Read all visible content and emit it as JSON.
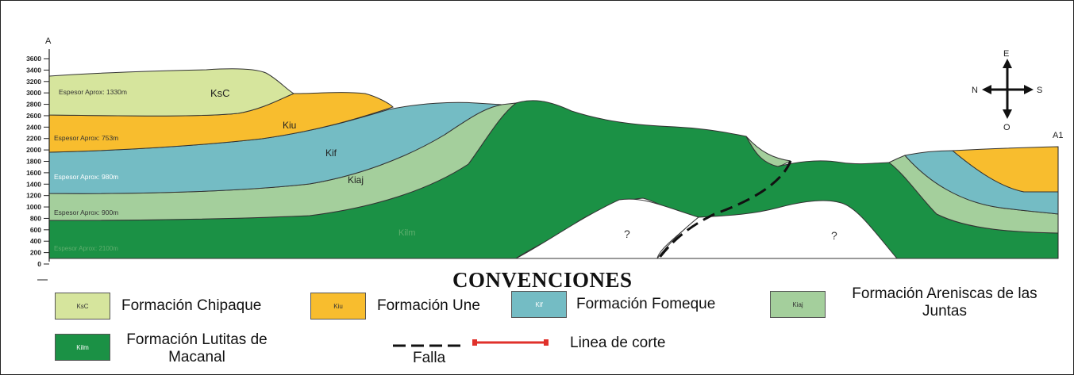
{
  "section": {
    "start_label": "A",
    "end_label": "A1",
    "y_axis_ticks": [
      "3600",
      "3400",
      "3200",
      "3000",
      "2800",
      "2600",
      "2400",
      "2200",
      "2000",
      "1800",
      "1600",
      "1400",
      "1200",
      "1000",
      "800",
      "600",
      "400",
      "200",
      "0"
    ],
    "unknown_marks": [
      "?",
      "?"
    ]
  },
  "compass": {
    "north": "N",
    "south": "S",
    "east": "E",
    "west": "O"
  },
  "formations": {
    "ksc": {
      "code": "KsC",
      "thickness": "Espesor Aprox: 1330m",
      "color": "#d6e59d"
    },
    "kiu": {
      "code": "Kiu",
      "thickness": "Espesor Aprox: 753m",
      "color": "#f8bd2e"
    },
    "kif": {
      "code": "Kif",
      "thickness": "Espesor Aprox: 980m",
      "color": "#74bcc4"
    },
    "kiaj": {
      "code": "Kiaj",
      "thickness": "Espesor Aprox: 900m",
      "color": "#a4cf9c"
    },
    "kilm": {
      "code": "Kilm",
      "thickness": "Espesor Aprox: 2100m",
      "color": "#1b9145"
    }
  },
  "legend": {
    "title": "CONVENCIONES",
    "items": {
      "ksc": {
        "code": "KsC",
        "label": "Formación Chipaque"
      },
      "kiu": {
        "code": "Kiu",
        "label": "Formación Une"
      },
      "kif": {
        "code": "Kif",
        "label": "Formación Fomeque"
      },
      "kiaj": {
        "code": "Kiaj",
        "label": "Formación Areniscas de las Juntas"
      },
      "kilm": {
        "code": "Kilm",
        "label": "Formación Lutitas de Macanal"
      },
      "fault": {
        "label": "Falla"
      },
      "section_line": {
        "label": "Linea de corte",
        "color": "#e0312b"
      }
    }
  }
}
